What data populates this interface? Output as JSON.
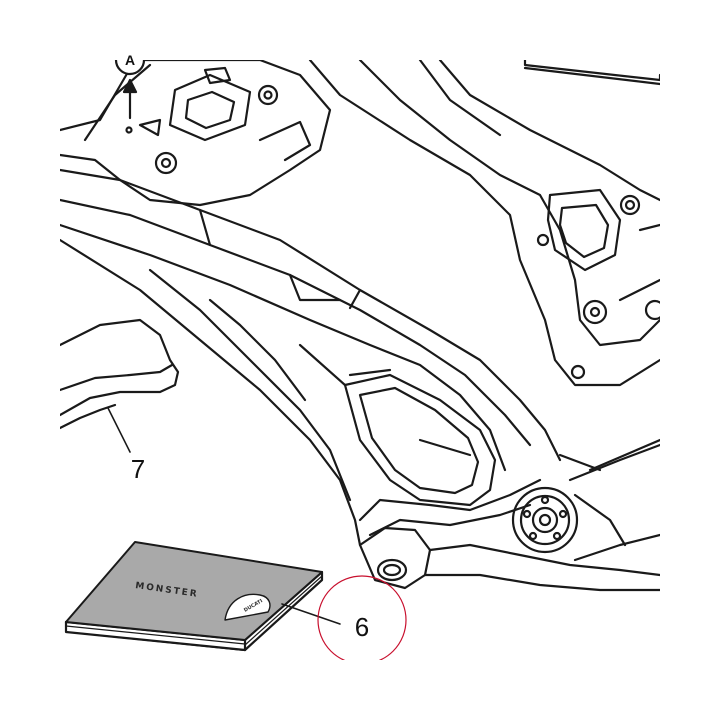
{
  "diagram": {
    "view_marker": "A",
    "callouts": [
      {
        "id": "6",
        "label": "6"
      },
      {
        "id": "7",
        "label": "7"
      }
    ],
    "manual_cover_title": "MONSTER",
    "manual_badge_text": "DUCATI",
    "colors": {
      "line": "#1a1a1a",
      "manual_cover": "#a9a9a9",
      "highlight_circle": "#c8102e",
      "background": "#ffffff"
    }
  }
}
